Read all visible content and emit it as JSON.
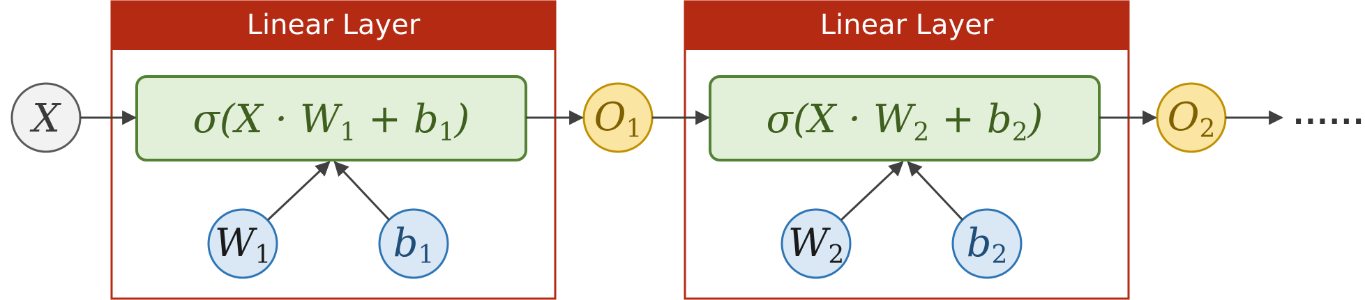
{
  "layers": [
    {
      "title": "Linear Layer",
      "formula": {
        "open": "σ(X · W",
        "w_sub": "1",
        "plus": " + b",
        "b_sub": "1",
        "close": ")"
      },
      "weight": {
        "symbol": "W",
        "sub": "1"
      },
      "bias": {
        "symbol": "b",
        "sub": "1"
      }
    },
    {
      "title": "Linear Layer",
      "formula": {
        "open": "σ(X · W",
        "w_sub": "2",
        "plus": " + b",
        "b_sub": "2",
        "close": ")"
      },
      "weight": {
        "symbol": "W",
        "sub": "2"
      },
      "bias": {
        "symbol": "b",
        "sub": "2"
      }
    }
  ],
  "input": {
    "symbol": "X"
  },
  "outputs": [
    {
      "symbol": "O",
      "sub": "1"
    },
    {
      "symbol": "O",
      "sub": "2"
    }
  ],
  "continuation": "......",
  "colors": {
    "layer_header": "#b52a12",
    "layer_border": "#b52a12",
    "formula_fill": "#e2efd9",
    "formula_stroke": "#548235",
    "formula_text": "#3f5f1f",
    "input_fill": "#f2f2f2",
    "input_stroke": "#5a5a5a",
    "output_fill": "#fbe5a2",
    "output_stroke": "#bf9000",
    "output_text": "#7f6000",
    "param_fill": "#dae8f6",
    "param_stroke": "#2e75b6",
    "bias_text": "#1f4e79",
    "arrow": "#404040"
  }
}
